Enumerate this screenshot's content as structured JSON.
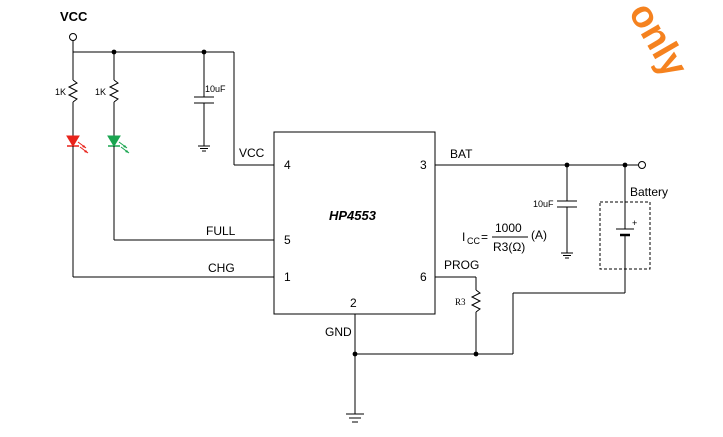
{
  "watermark": "only",
  "colors": {
    "red_led": "#e8231b",
    "green_led": "#1aa550",
    "watermark": "#f5821f"
  },
  "chip": {
    "name": "HP4553",
    "pins": {
      "vcc": "4",
      "full": "5",
      "chg": "1",
      "bat": "3",
      "prog": "6",
      "gnd": "2"
    }
  },
  "nets": {
    "vcc_top": "VCC",
    "vcc_pin": "VCC",
    "full": "FULL",
    "chg": "CHG",
    "bat": "BAT",
    "prog": "PROG",
    "gnd": "GND",
    "battery": "Battery"
  },
  "components": {
    "r1": "1K",
    "r2": "1K",
    "cap_vcc": "10uF",
    "cap_bat": "10uF",
    "r3": "R3"
  },
  "formula": {
    "lhs": "I",
    "sub": "CC",
    "eq": "=",
    "numerator": "1000",
    "denominator": "R3(Ω)",
    "unit": "(A)"
  }
}
